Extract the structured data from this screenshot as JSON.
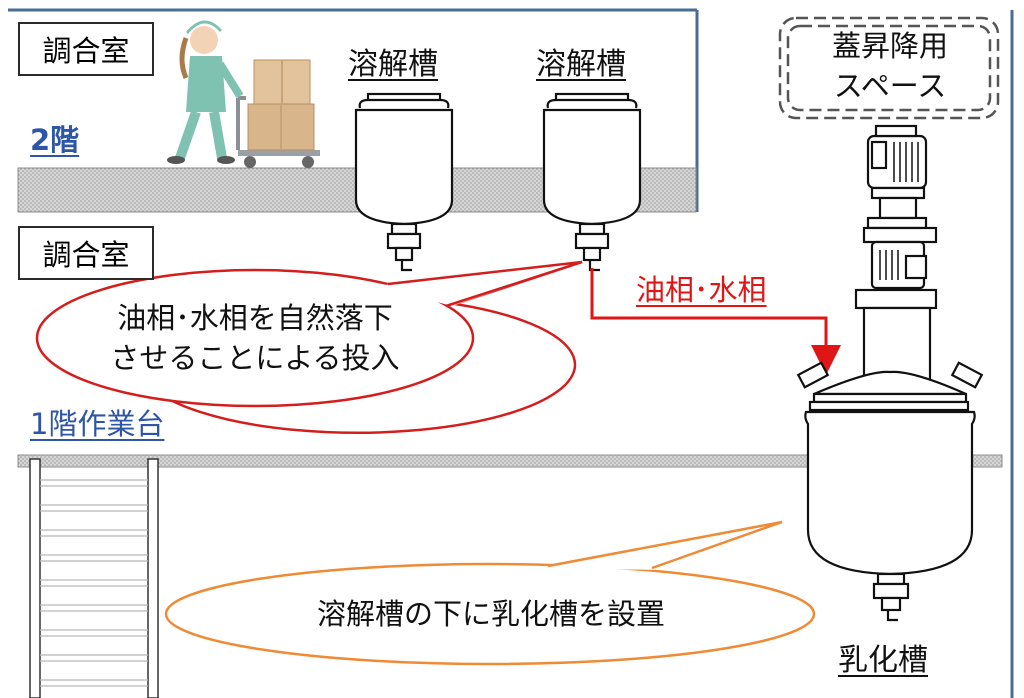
{
  "floor2_room_label": "調合室",
  "floor1_room_label": "調合室",
  "floor2_label": "2階",
  "floor1_workbench_label": "1階作業台",
  "dissolve_tank_left_label": "溶解槽",
  "dissolve_tank_right_label": "溶解槽",
  "lid_space_label_line1": "蓋昇降用",
  "lid_space_label_line2": "スペース",
  "flow_label": "油相･水相",
  "callout_gravity_line1": "油相･水相を自然落下",
  "callout_gravity_line2": "させることによる投入",
  "callout_placement": "溶解槽の下に乳化槽を設置",
  "emulsify_tank_label": "乳化槽",
  "colors": {
    "wall": "#4a6c96",
    "floor_fill": "#c9c9c9",
    "flow_arrow": "#e01515",
    "gravity_callout_border": "#d41e1e",
    "placement_callout_border": "#ef8a35",
    "floor_label": "#2e56a6",
    "worker_uniform": "#7fc2b2",
    "box": "#d9b58c"
  }
}
